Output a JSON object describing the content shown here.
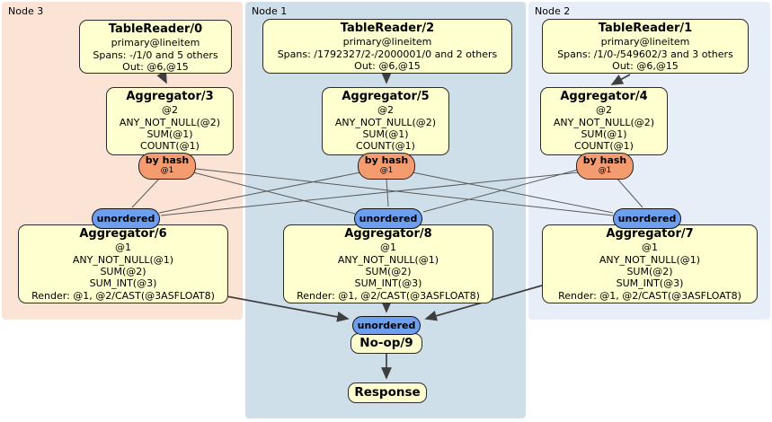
{
  "clusters": [
    {
      "label": "Node 3"
    },
    {
      "label": "Node 1"
    },
    {
      "label": "Node 2"
    }
  ],
  "readers": [
    {
      "title": "TableReader/0",
      "lines": [
        "primary@lineitem",
        "Spans: -/1/0 and 5 others",
        "Out: @6,@15"
      ]
    },
    {
      "title": "TableReader/2",
      "lines": [
        "primary@lineitem",
        "Spans: /1792327/2-/2000001/0 and 2 others",
        "Out: @6,@15"
      ]
    },
    {
      "title": "TableReader/1",
      "lines": [
        "primary@lineitem",
        "Spans: /1/0-/549602/3 and 3 others",
        "Out: @6,@15"
      ]
    }
  ],
  "aggregators_upper": [
    {
      "title": "Aggregator/3",
      "lines": [
        "@2",
        "ANY_NOT_NULL(@2)",
        "SUM(@1)",
        "COUNT(@1)"
      ]
    },
    {
      "title": "Aggregator/5",
      "lines": [
        "@2",
        "ANY_NOT_NULL(@2)",
        "SUM(@1)",
        "COUNT(@1)"
      ]
    },
    {
      "title": "Aggregator/4",
      "lines": [
        "@2",
        "ANY_NOT_NULL(@2)",
        "SUM(@1)",
        "COUNT(@1)"
      ]
    }
  ],
  "routers": [
    {
      "label": "by hash",
      "stream": "@1"
    },
    {
      "label": "by hash",
      "stream": "@1"
    },
    {
      "label": "by hash",
      "stream": "@1"
    }
  ],
  "syncs": [
    {
      "label": "unordered"
    },
    {
      "label": "unordered"
    },
    {
      "label": "unordered"
    },
    {
      "label": "unordered"
    }
  ],
  "aggregators_lower": [
    {
      "title": "Aggregator/6",
      "lines": [
        "@1",
        "ANY_NOT_NULL(@1)",
        "SUM(@2)",
        "SUM_INT(@3)",
        "Render: @1, @2/CAST(@3ASFLOAT8)"
      ]
    },
    {
      "title": "Aggregator/8",
      "lines": [
        "@1",
        "ANY_NOT_NULL(@1)",
        "SUM(@2)",
        "SUM_INT(@3)",
        "Render: @1, @2/CAST(@3ASFLOAT8)"
      ]
    },
    {
      "title": "Aggregator/7",
      "lines": [
        "@1",
        "ANY_NOT_NULL(@1)",
        "SUM(@2)",
        "SUM_INT(@3)",
        "Render: @1, @2/CAST(@3ASFLOAT8)"
      ]
    }
  ],
  "noop": {
    "title": "No-op/9"
  },
  "response": {
    "title": "Response"
  },
  "colors": {
    "cluster_node3": "#fbe3d6",
    "cluster_node1": "#cfdfe9",
    "cluster_node2": "#e8eef7",
    "box_fill": "#ffffcf",
    "box_border": "#2b2b2b",
    "router_fill": "#f59b70",
    "sync_fill": "#6c9ff0",
    "edge_thick": "#3f3f3f",
    "edge_thin": "#5a5a5a"
  }
}
